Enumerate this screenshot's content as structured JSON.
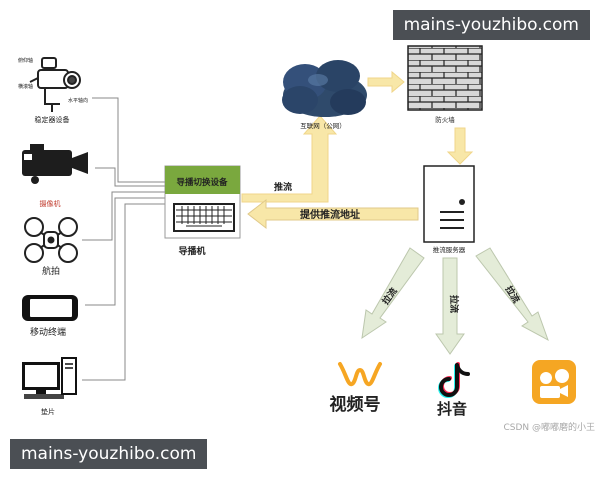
{
  "watermarks": {
    "top": "mains-youzhibo.com",
    "bottom": "mains-youzhibo.com"
  },
  "devices": {
    "stabilizer": "稳定器设备",
    "stabilizer_parts": [
      "俯仰轴",
      "横滚轴",
      "水平轴向"
    ],
    "camera": "摄像机",
    "drone": "航拍",
    "mobile": "移动终端",
    "pc": "垫片"
  },
  "director": {
    "header": "导播切换设备",
    "name": "导播机"
  },
  "cloud_label": "互联网（公网）",
  "firewall_label": "防火墙",
  "server_label": "推流服务器",
  "arrows": {
    "push": "推流",
    "provide": "提供推流地址",
    "pull_left": "拉流",
    "pull_mid": "拉流",
    "pull_right": "拉流"
  },
  "platforms": {
    "shipinhao": "视频号",
    "douyin": "抖音"
  },
  "credit": "CSDN @嘟嘟磨的小王",
  "colors": {
    "director_header": "#7aa83e",
    "flow_arrow": "#f8e7a8",
    "flow_arrow_border": "#f0d68a",
    "pull_arrow": "#e4ecd8",
    "cloud": "#2f4a6b",
    "brick": "#c2c2c2",
    "kuaishou": "#f5a623",
    "shipinhao": "#f6a623"
  }
}
